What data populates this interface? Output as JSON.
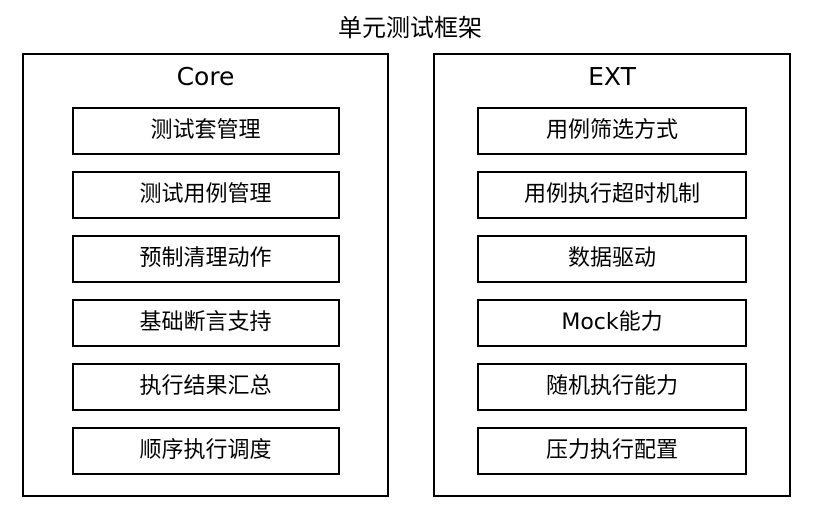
{
  "title": "单元测试框架",
  "panels": [
    {
      "header": "Core",
      "items": [
        "测试套管理",
        "测试用例管理",
        "预制清理动作",
        "基础断言支持",
        "执行结果汇总",
        "顺序执行调度"
      ]
    },
    {
      "header": "EXT",
      "items": [
        "用例筛选方式",
        "用例执行超时机制",
        "数据驱动",
        "Mock能力",
        "随机执行能力",
        "压力执行配置"
      ]
    }
  ],
  "colors": {
    "background": "#ffffff",
    "border": "#000000",
    "text": "#000000"
  }
}
